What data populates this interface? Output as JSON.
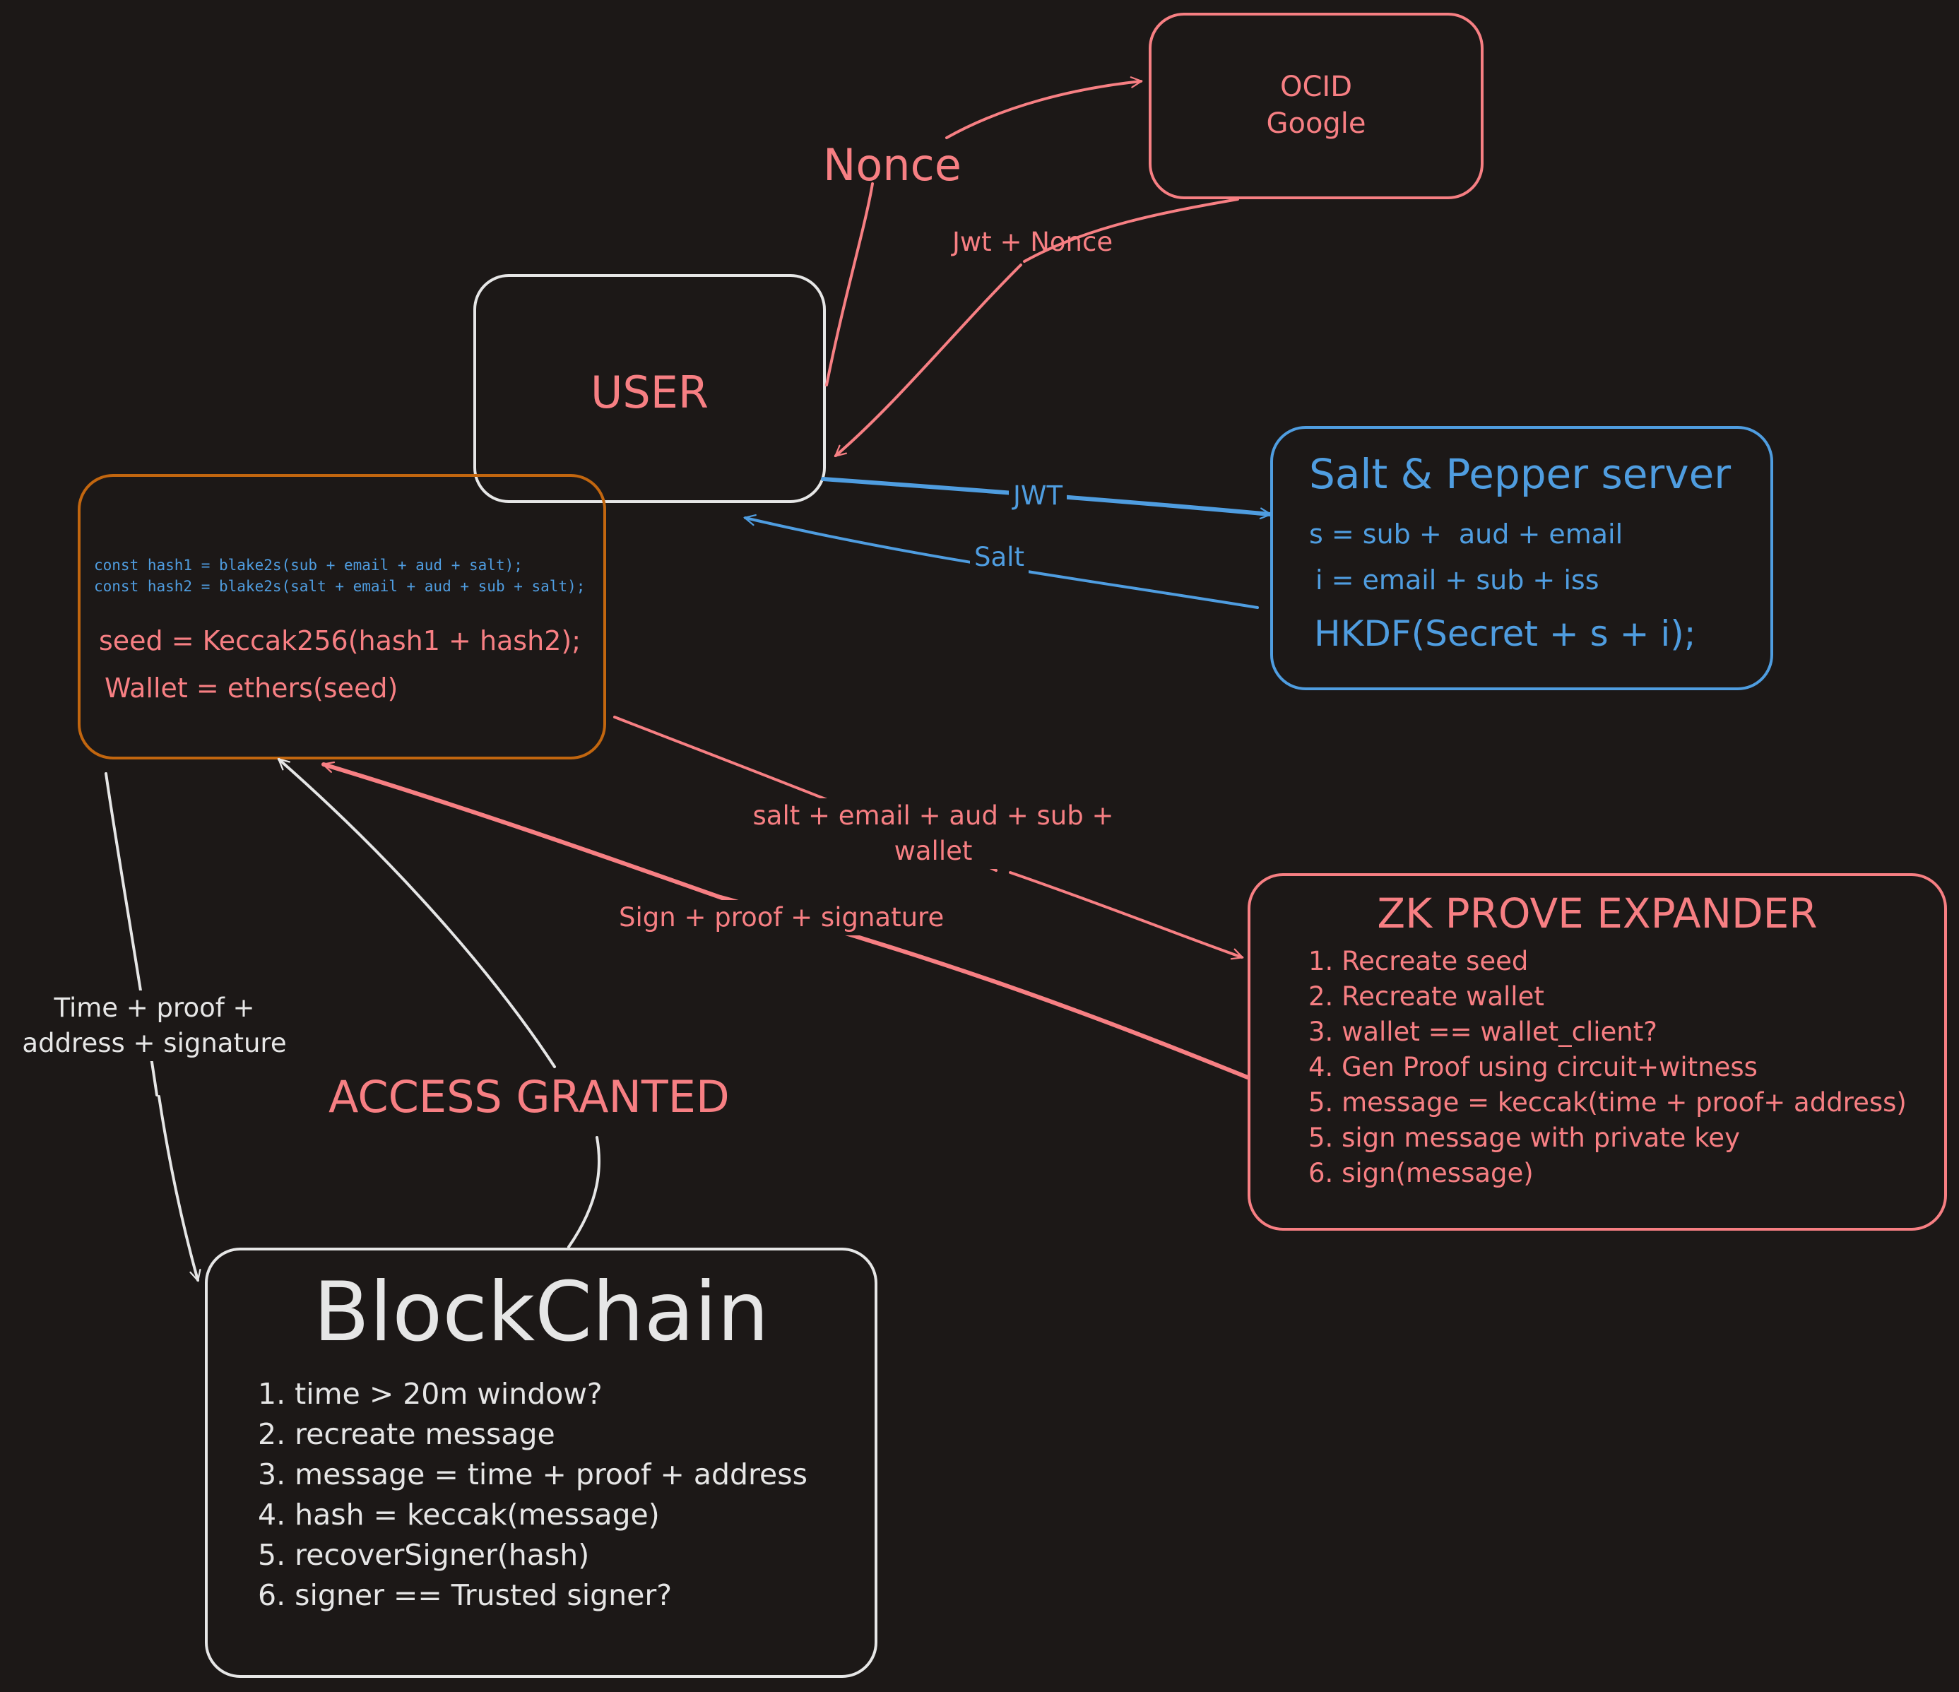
{
  "colors": {
    "background": "#1c1817",
    "red": "#f77f83",
    "blue": "#4f9de0",
    "orange": "#c2660f",
    "white": "#e6e6e6"
  },
  "oidc": {
    "line1": "OCID",
    "line2": "Google"
  },
  "user": {
    "title": "USER"
  },
  "salt_server": {
    "title": "Salt & Pepper server",
    "line1": "s = sub +  aud + email",
    "line2": "i = email + sub + iss",
    "line3": "HKDF(Secret + s + i);"
  },
  "client": {
    "code1": "const hash1 = blake2s(sub + email + aud + salt);",
    "code2": "const hash2 = blake2s(salt + email + aud + sub + salt);",
    "seed": "seed = Keccak256(hash1 + hash2);",
    "wallet": "Wallet = ethers(seed)"
  },
  "zk": {
    "title": "ZK PROVE EXPANDER",
    "steps": [
      "1. Recreate seed",
      "2. Recreate wallet",
      "3. wallet == wallet_client?",
      "4. Gen Proof using circuit+witness",
      "5. message = keccak(time + proof+ address)",
      "5. sign message with private key",
      "6. sign(message)"
    ]
  },
  "blockchain": {
    "title": "BlockChain",
    "steps": [
      "1. time > 20m window?",
      "2. recreate message",
      "3. message = time + proof + address",
      "4. hash = keccak(message)",
      "5. recoverSigner(hash)",
      "6. signer == Trusted signer?"
    ]
  },
  "arrows": {
    "nonce": "Nonce",
    "jwt_nonce": "Jwt + Nonce",
    "jwt": "JWT",
    "salt": "Salt",
    "to_zk_line1": "salt + email + aud + sub +",
    "to_zk_line2": "wallet",
    "from_zk": "Sign + proof + signature",
    "to_chain_line1": "Time + proof +",
    "to_chain_line2": "address + signature",
    "access": "ACCESS GRANTED"
  }
}
